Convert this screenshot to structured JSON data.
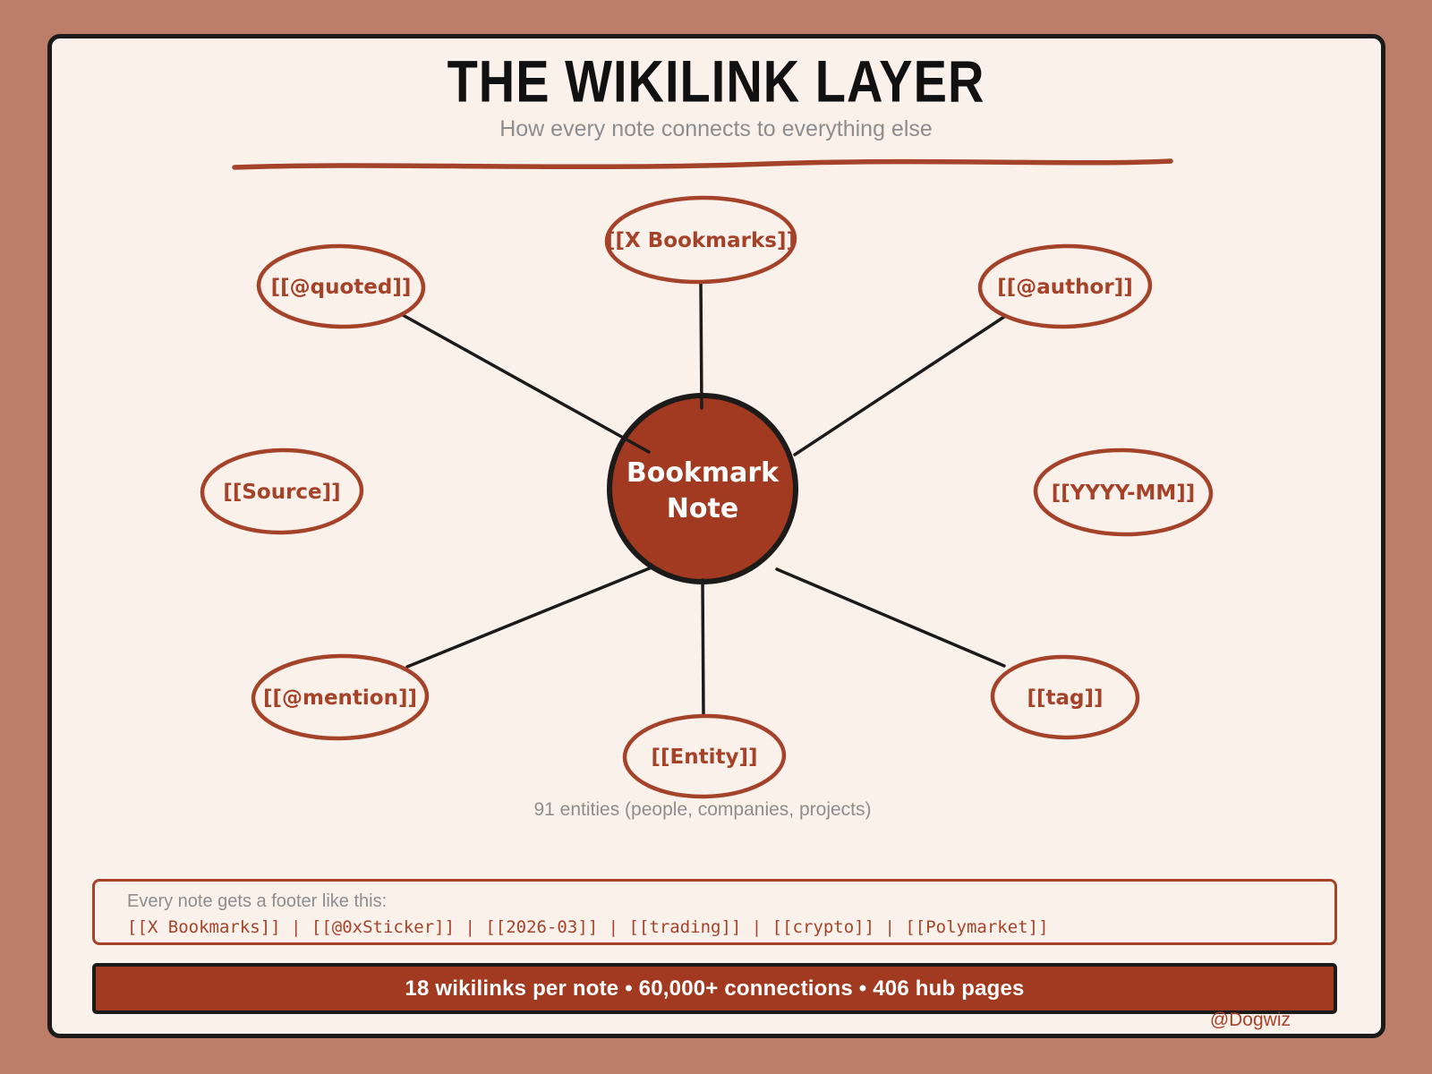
{
  "page": {
    "title": "THE WIKILINK LAYER",
    "subtitle": "How every note connects to everything else",
    "attribution": "@Dogwiz"
  },
  "colors": {
    "bg": "#bc7e68",
    "card": "#fbf1eb",
    "accent": "#a5432a",
    "hub": "#a23a21",
    "ink": "#1c1b1a",
    "muted": "#8d8d8d"
  },
  "diagram": {
    "hub": {
      "label_line1": "Bookmark",
      "label_line2": "Note"
    },
    "nodes": [
      {
        "id": "x-bookmarks",
        "label": "[[X Bookmarks]]",
        "connected": true
      },
      {
        "id": "quoted",
        "label": "[[@quoted]]",
        "connected": true
      },
      {
        "id": "author",
        "label": "[[@author]]",
        "connected": true
      },
      {
        "id": "source",
        "label": "[[Source]]",
        "connected": false
      },
      {
        "id": "yyyy-mm",
        "label": "[[YYYY-MM]]",
        "connected": false
      },
      {
        "id": "mention",
        "label": "[[@mention]]",
        "connected": true
      },
      {
        "id": "tag",
        "label": "[[tag]]",
        "connected": true
      },
      {
        "id": "entity",
        "label": "[[Entity]]",
        "connected": true
      }
    ],
    "entity_caption": "91 entities (people, companies, projects)"
  },
  "footer_example": {
    "intro": "Every note gets a footer like this:",
    "links_line": "[[X Bookmarks]] | [[@0xSticker]] | [[2026-03]] | [[trading]] | [[crypto]] | [[Polymarket]]"
  },
  "stats_banner": {
    "text": "18 wikilinks per note • 60,000+ connections • 406 hub pages"
  }
}
